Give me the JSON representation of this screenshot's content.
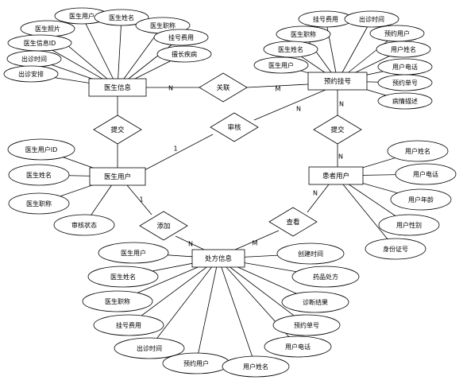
{
  "entities": {
    "doctor_info": "医生信息",
    "registration": "预约挂号",
    "doctor_user": "医生用户",
    "patient_user": "患者用户",
    "prescription": "处方信息"
  },
  "relations": {
    "link": "关联",
    "submit_left": "提交",
    "submit_right": "提交",
    "review": "审核",
    "add": "添加",
    "view": "查看"
  },
  "attributes": {
    "doctor_info": [
      "医生用户",
      "医生姓名",
      "医生照片",
      "医生职称",
      "医生信息ID",
      "挂号费用",
      "擅长疾病",
      "出诊时间",
      "出诊安排"
    ],
    "registration": [
      "挂号费用",
      "出诊时间",
      "医生职称",
      "预约用户",
      "医生姓名",
      "用户姓名",
      "医生用户",
      "用户电话",
      "预约单号",
      "病情描述"
    ],
    "doctor_user": [
      "医生用户ID",
      "医生姓名",
      "医生职称",
      "审核状态"
    ],
    "patient_user": [
      "用户姓名",
      "用户电话",
      "用户年龄",
      "用户性别",
      "身份证号"
    ],
    "prescription": [
      "医生用户",
      "医生姓名",
      "医生职称",
      "挂号费用",
      "出诊时间",
      "预约用户",
      "用户姓名",
      "用户电话",
      "预约单号",
      "诊断结果",
      "药品处方",
      "创建时间"
    ]
  },
  "cardinalities": {
    "doctor_info_link": "N",
    "registration_link": "M",
    "registration_submit": "N",
    "patient_submit": "N",
    "registration_review": "N",
    "doctor_user_review": "1",
    "doctor_user_add": "1",
    "prescription_add": "N",
    "prescription_view": "M",
    "patient_view": "N"
  }
}
